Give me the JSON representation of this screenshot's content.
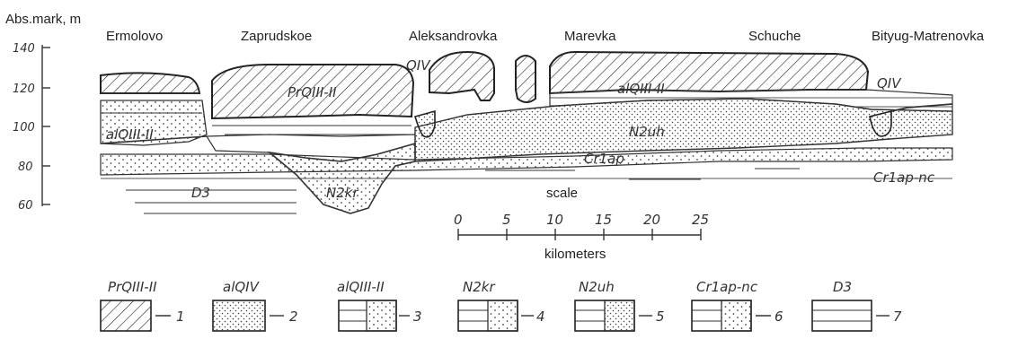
{
  "axis": {
    "title": "Abs.mark, m",
    "ticks": [
      "140",
      "120",
      "100",
      "80",
      "60"
    ]
  },
  "places": [
    "Ermolovo",
    "Zaprudskoe",
    "Aleksandrovka",
    "Marevka",
    "Schuche",
    "Bityug-Matrenovka"
  ],
  "section_labels": {
    "pr_upper": "PrQIII-II",
    "q_iv_a": "QIV",
    "al_upper": "alQIII-II",
    "q_iv_b": "QIV",
    "al_left": "alQIII-II",
    "n2_uh": "N2uh",
    "cr_ap": "Cr1ap",
    "cr_ap_nc": "Cr1ap-nc",
    "n2_kr": "N2kr",
    "d3": "D3"
  },
  "scale": {
    "title": "scale",
    "ticks": [
      "0",
      "5",
      "10",
      "15",
      "20",
      "25"
    ],
    "unit": "kilometers"
  },
  "legend": [
    {
      "name": "PrQIII-II",
      "num": "1"
    },
    {
      "name": "alQIV",
      "num": "2"
    },
    {
      "name": "alQIII-II",
      "num": "3"
    },
    {
      "name": "N2kr",
      "num": "4"
    },
    {
      "name": "N2uh",
      "num": "5"
    },
    {
      "name": "Cr1ap-nc",
      "num": "6"
    },
    {
      "name": "D3",
      "num": "7"
    }
  ]
}
